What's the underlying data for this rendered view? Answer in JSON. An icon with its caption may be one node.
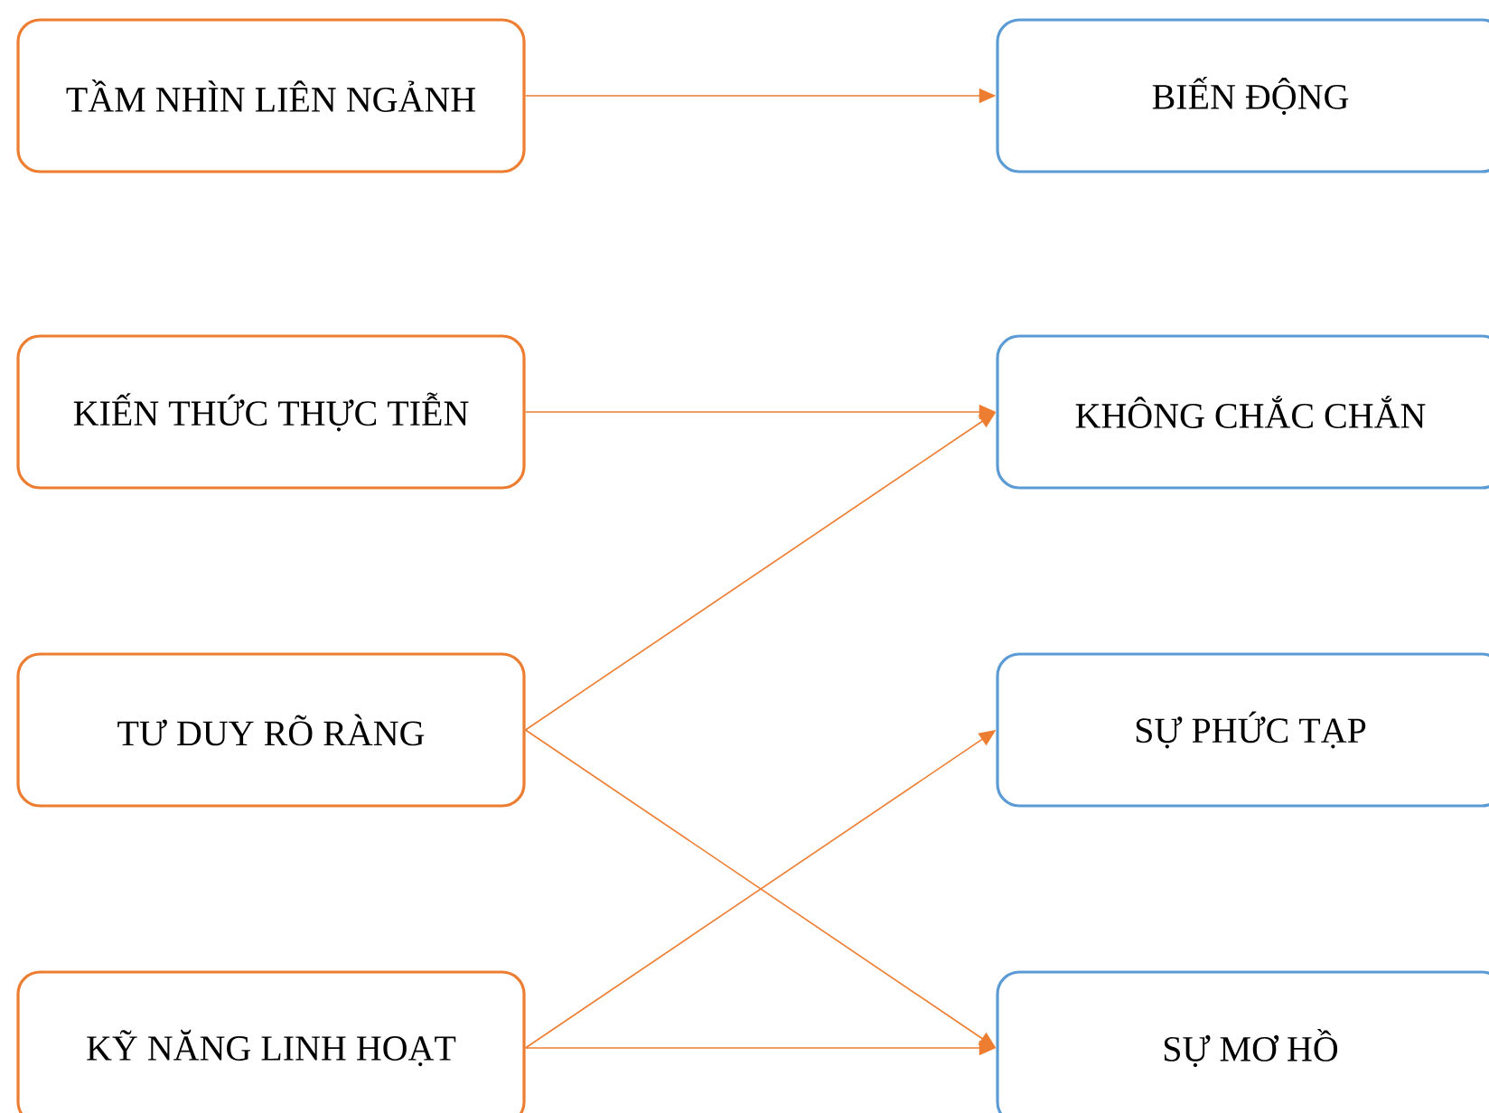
{
  "diagram": {
    "nodes": [
      {
        "text": [
          "TẦM NHÌN LIÊN NGẢNH"
        ]
      },
      {
        "text": [
          "KIẾN THỨC THỰC TIỄN"
        ]
      },
      {
        "text": [
          "TƯ DUY RÕ RÀNG"
        ]
      },
      {
        "text": [
          "KỸ NĂNG LINH HOẠT"
        ]
      },
      {
        "text": [
          "BIẾN ĐỘNG"
        ]
      },
      {
        "text": [
          "KHÔNG CHẮC CHẮN"
        ]
      },
      {
        "text": [
          "SỰ PHỨC TẠP"
        ]
      },
      {
        "text": [
          "SỰ MƠ HỒ"
        ]
      }
    ],
    "edges": [
      {
        "from": 0,
        "to": 4,
        "arrow": "to"
      },
      {
        "from": 1,
        "to": 5,
        "arrow": "to"
      },
      {
        "from": 2,
        "to": 5,
        "arrow": "to"
      },
      {
        "from": 2,
        "to": 7,
        "arrow": "to"
      },
      {
        "from": 3,
        "to": 6,
        "arrow": "to"
      },
      {
        "from": 3,
        "to": 7,
        "arrow": "to"
      }
    ]
  }
}
